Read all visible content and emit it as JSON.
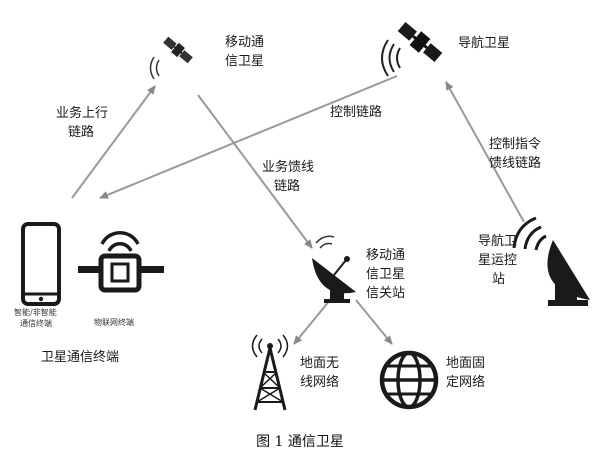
{
  "caption": "图 1  通信卫星",
  "nodes": {
    "mobile_satellite": {
      "line1": "移动通",
      "line2": "信卫星"
    },
    "nav_satellite": {
      "label": "导航卫星"
    },
    "gateway": {
      "line1": "移动通",
      "line2": "信卫星",
      "line3": "信关站"
    },
    "control_station": {
      "line1": "导航卫",
      "line2": "星运控",
      "line3": "站"
    },
    "terminal_group": {
      "label": "卫星通信终端"
    },
    "phone": {
      "line1": "智能/非智能",
      "line2": "通信终端"
    },
    "iot": {
      "label": "物联网终端"
    },
    "ground_wireless": {
      "line1": "地面无",
      "line2": "线网络"
    },
    "ground_fixed": {
      "line1": "地面固",
      "line2": "定网络"
    }
  },
  "links": {
    "uplink": {
      "line1": "业务上行",
      "line2": "链路"
    },
    "control_link": {
      "label": "控制链路"
    },
    "feeder_link": {
      "line1": "业务馈线",
      "line2": "链路"
    },
    "command_feeder": {
      "line1": "控制指令",
      "line2": "馈线链路"
    }
  }
}
